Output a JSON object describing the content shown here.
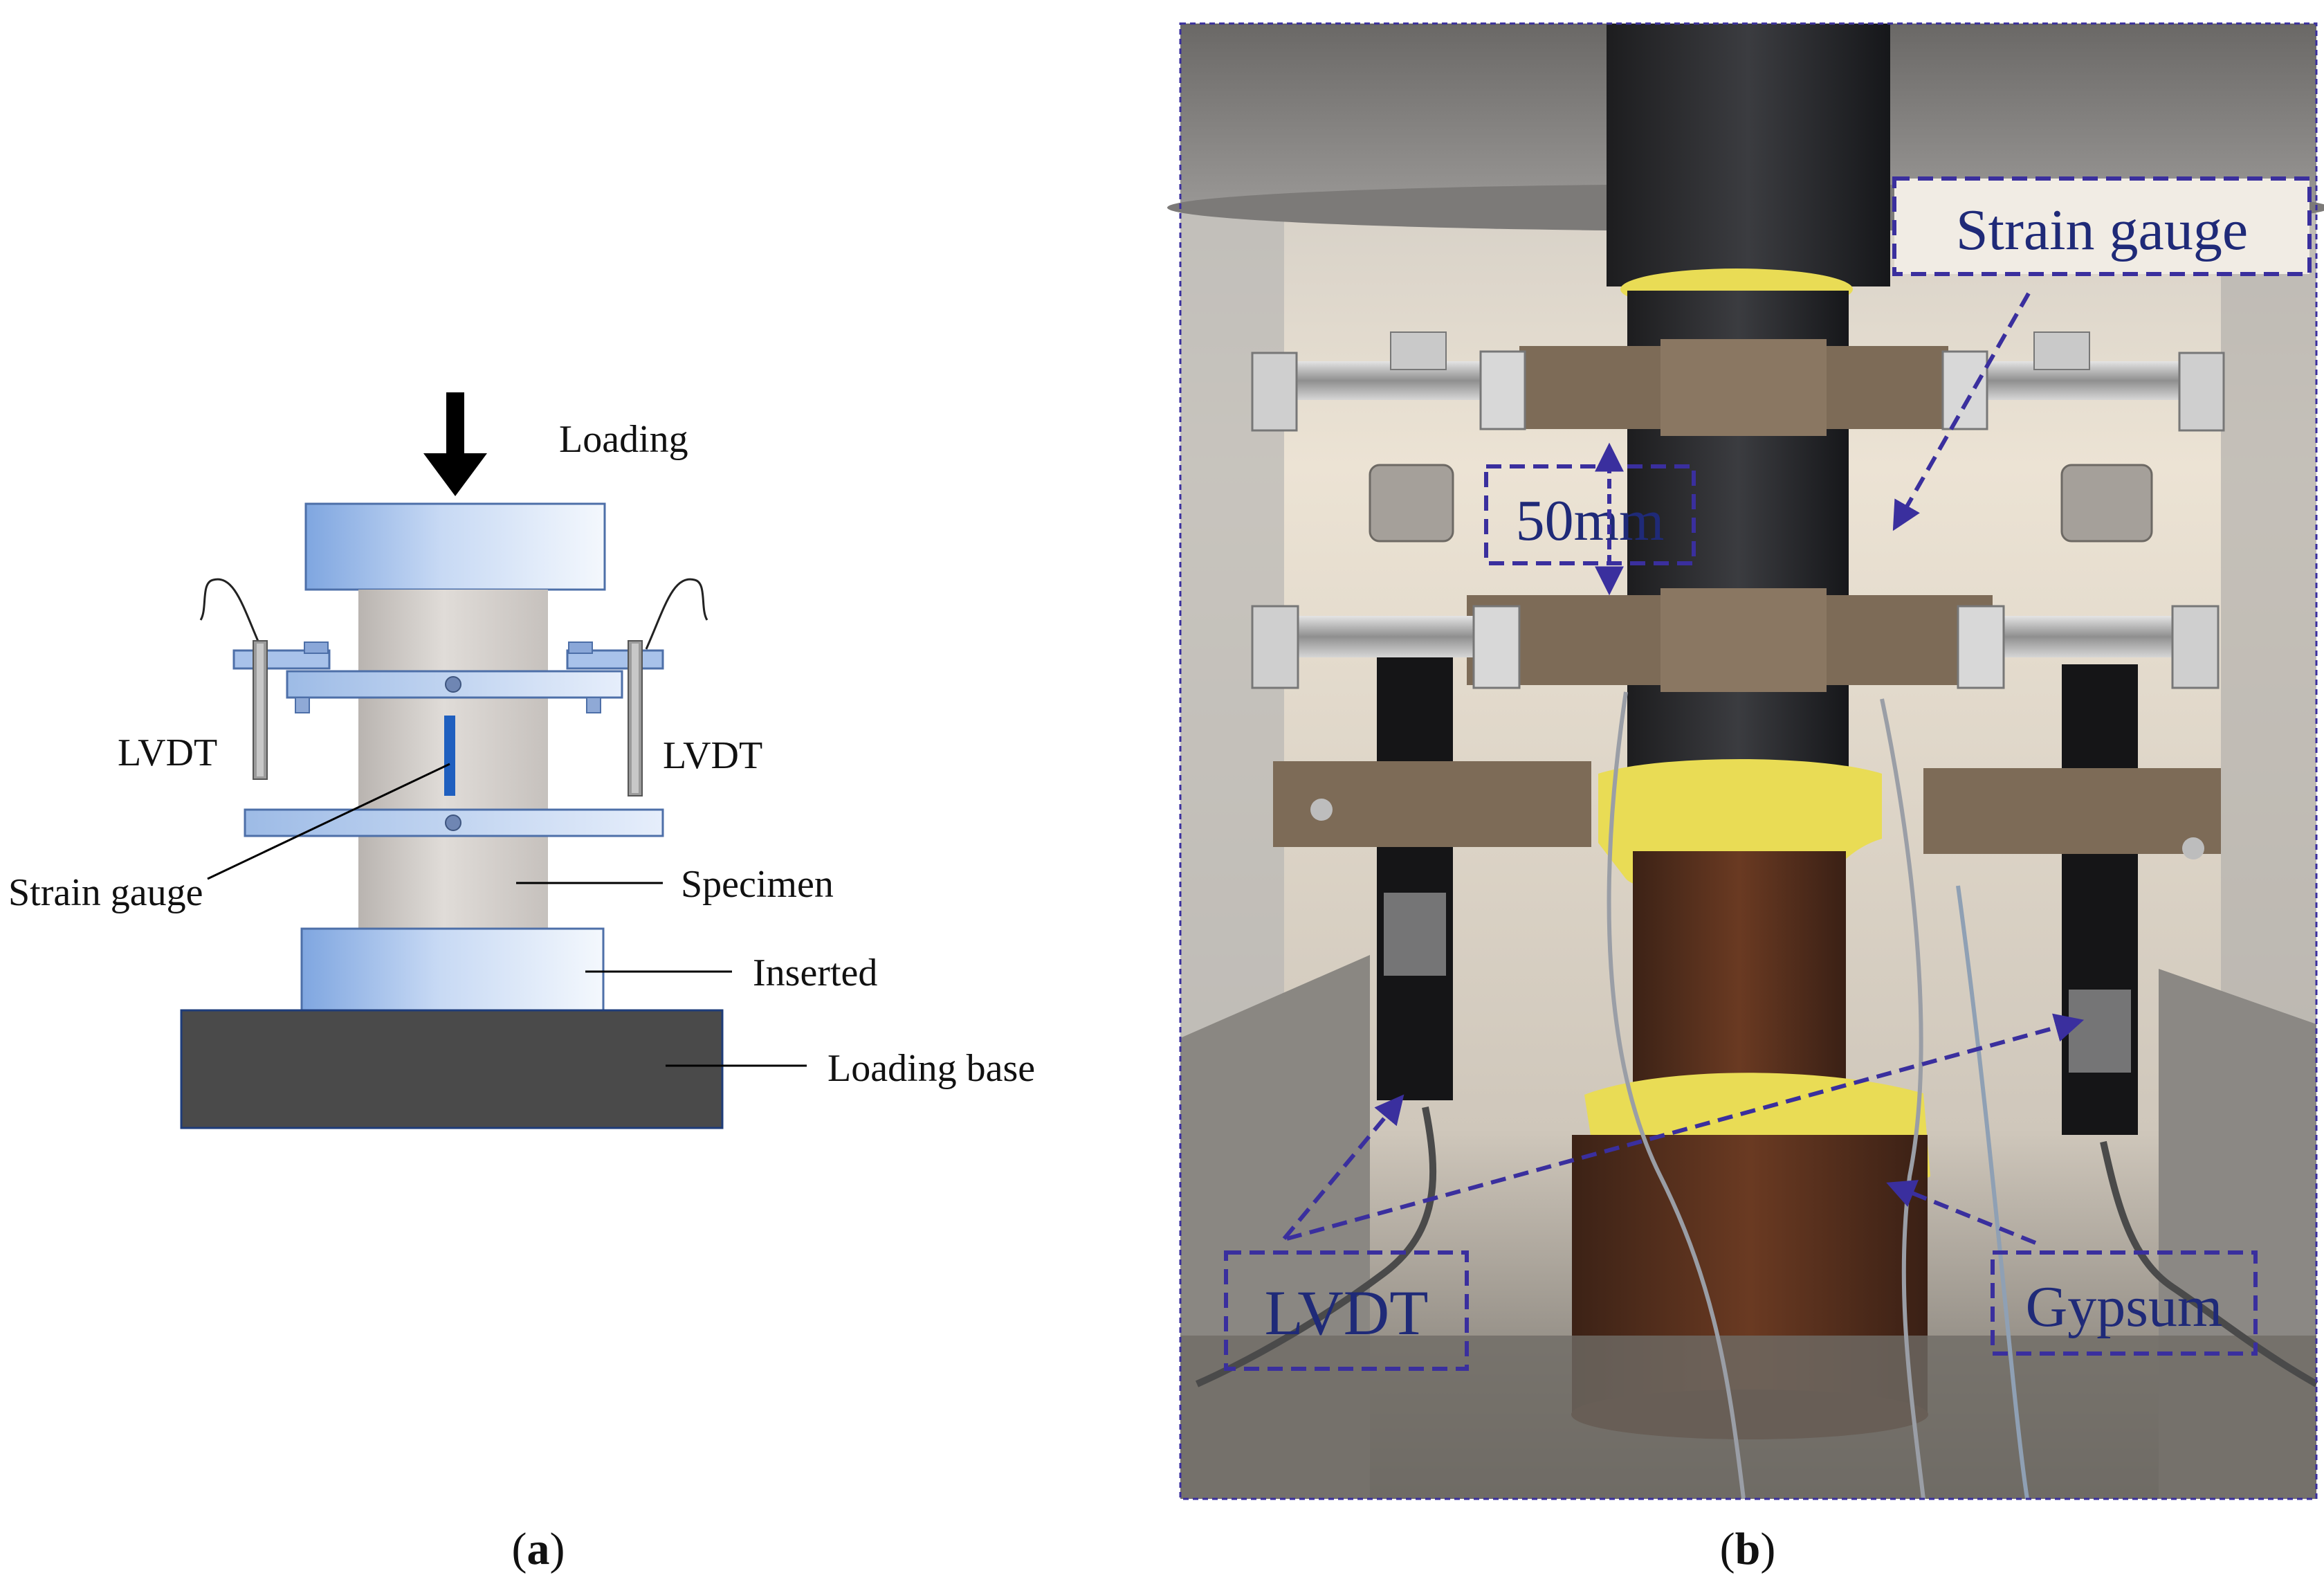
{
  "panel_a": {
    "loading": "Loading",
    "lvdt_left": "LVDT",
    "lvdt_right": "LVDT",
    "strain_gauge": "Strain gauge",
    "specimen": "Specimen",
    "inserted": "Inserted",
    "loading_base": "Loading base",
    "caption_letter": "a"
  },
  "panel_b": {
    "strain_gauge": "Strain gauge",
    "gauge_length": "50mm",
    "lvdt": "LVDT",
    "gypsum": "Gypsum",
    "caption_letter": "b"
  },
  "colors": {
    "annotation": "#3a2f9e",
    "plate_blue": "#a9c4ec",
    "base": "#4a4a4a",
    "specimen_grey": "#cfcac6",
    "strain_gauge_blue": "#1f5fbf",
    "gypsum_yellow": "#e9dc55"
  }
}
